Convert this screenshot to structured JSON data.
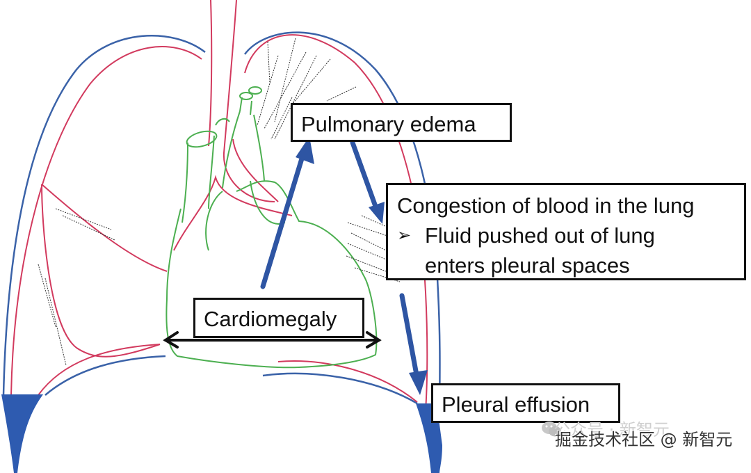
{
  "diagram": {
    "subject": "Chest / lungs with heart showing cardiomegaly and pleural effusion",
    "labels": {
      "pulmonary_edema": "Pulmonary edema",
      "congestion_title": "Congestion of blood in the lung",
      "congestion_bullet_icon": "➢",
      "congestion_bullet_line1": "Fluid pushed out of lung",
      "congestion_bullet_line2": "enters pleural spaces",
      "cardiomegaly": "Cardiomegaly",
      "pleural_effusion": "Pleural effusion"
    },
    "flow": [
      {
        "from": "Cardiomegaly",
        "to": "Pulmonary edema"
      },
      {
        "from": "Pulmonary edema",
        "to": "Congestion of blood in the lung"
      },
      {
        "from": "Congestion of blood in the lung",
        "to": "Pleural effusion"
      }
    ],
    "colors": {
      "pleura_outer": "#3a62a8",
      "lung_outline": "#d23a5e",
      "heart_outline": "#4caf50",
      "arrow": "#2e55a3",
      "effusion_fill": "#2e5bb0",
      "box_border": "#111111"
    }
  },
  "watermark": {
    "background_text": "公众号 · 新智元",
    "text": "掘金技术社区 @ 新智元"
  }
}
